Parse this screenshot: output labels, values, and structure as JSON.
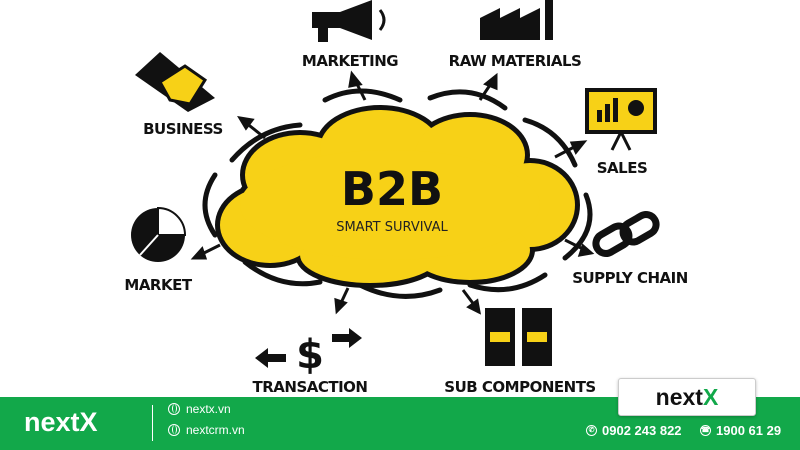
{
  "diagram": {
    "center_title": "B2B",
    "center_subtitle": "SMART SURVIVAL",
    "nodes": {
      "business": "BUSINESS",
      "marketing": "MARKETING",
      "raw_materials": "RAW MATERIALS",
      "sales": "SALES",
      "supply_chain": "SUPPLY CHAIN",
      "market": "MARKET",
      "transaction": "TRANSACTION",
      "sub_components": "SUB COMPONENTS"
    },
    "colors": {
      "cloud": "#f7d117",
      "ink": "#111111"
    }
  },
  "badge": {
    "brand_main": "next",
    "brand_x": "X"
  },
  "footer": {
    "logo": "nextX",
    "links": [
      "nextx.vn",
      "nextcrm.vn"
    ],
    "phones": [
      "0902 243 822",
      "1900 61 29"
    ],
    "color": "#12a84a"
  }
}
